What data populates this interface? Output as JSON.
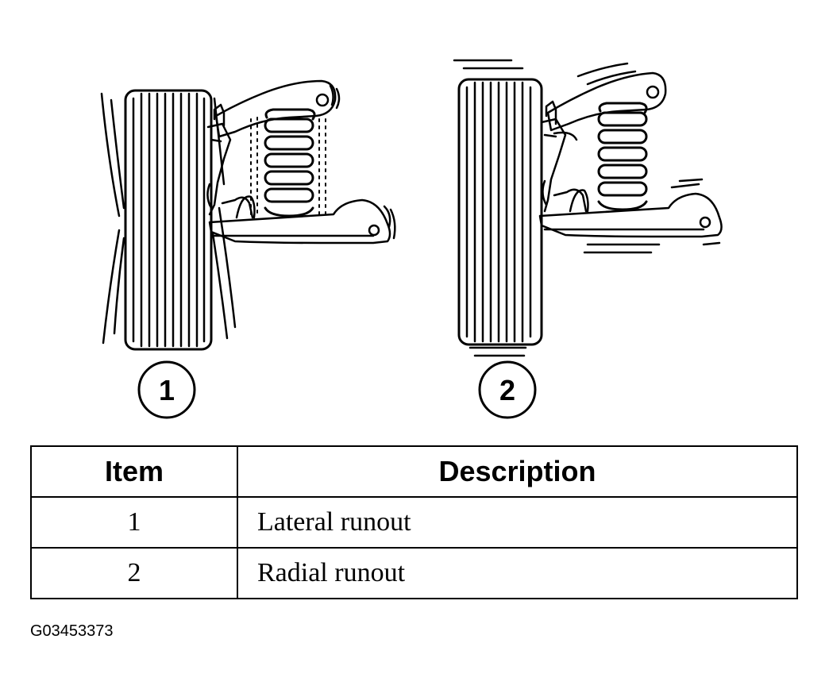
{
  "figure": {
    "callouts": [
      {
        "label": "1"
      },
      {
        "label": "2"
      }
    ],
    "illustrations": [
      {
        "icon": "wheel-suspension-lateral-runout-icon"
      },
      {
        "icon": "wheel-suspension-radial-runout-icon"
      }
    ]
  },
  "legend": {
    "headers": {
      "item": "Item",
      "description": "Description"
    },
    "rows": [
      {
        "item": "1",
        "description": "Lateral runout"
      },
      {
        "item": "2",
        "description": "Radial runout"
      }
    ]
  },
  "figure_id": "G03453373"
}
